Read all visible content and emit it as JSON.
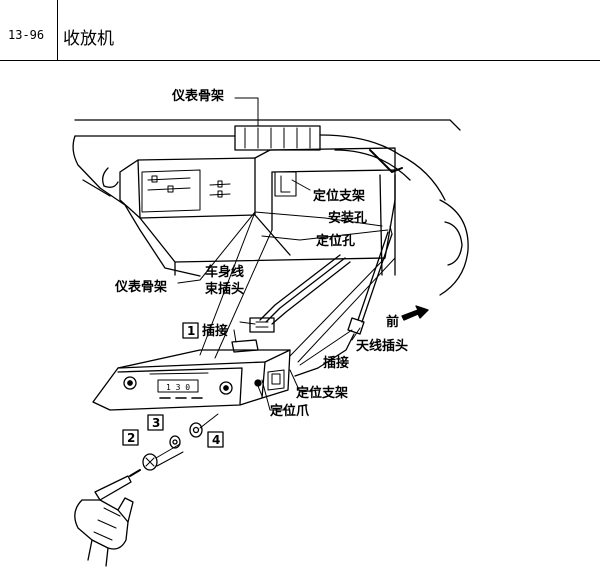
{
  "header": {
    "page_number": "13-96",
    "section_title": "收放机"
  },
  "labels": {
    "dash_frame_top": "仪表骨架",
    "bracket_upper": "定位支架",
    "mount_hole": "安装孔",
    "locate_hole": "定位孔",
    "dash_frame_left": "仪表骨架",
    "harness_line1": "车身线",
    "harness_line2": "束插头",
    "connect_upper": "插接",
    "front": "前",
    "antenna_plug": "天线插头",
    "connect_lower": "插接",
    "bracket_lower": "定位支架",
    "locate_claw": "定位爪"
  },
  "steps": [
    "1",
    "2",
    "3",
    "4"
  ],
  "radio": {
    "display": "1 3 0"
  }
}
